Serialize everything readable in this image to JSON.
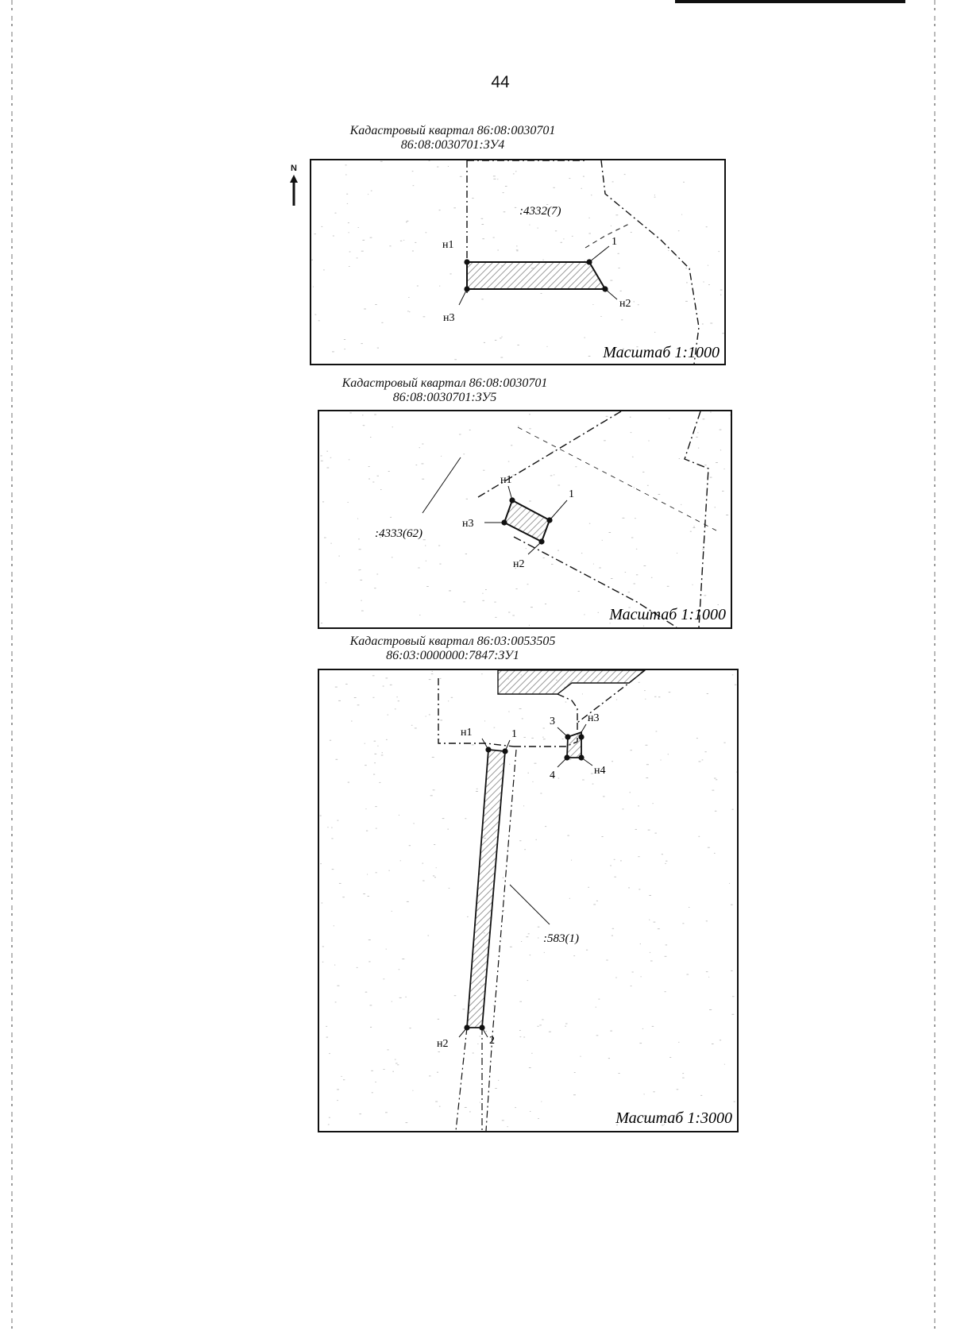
{
  "page": {
    "number": "44"
  },
  "north_arrow": {
    "letter": "N"
  },
  "maps": [
    {
      "caption_line1": "Кадастровый квартал 86:08:0030701",
      "caption_line2": "86:08:0030701:ЗУ4",
      "parcel_label": ":4332(7)",
      "points": [
        "н1",
        "1",
        "н2",
        "н3"
      ],
      "scale": "Масштаб 1:1000"
    },
    {
      "caption_line1": "Кадастровый квартал 86:08:0030701",
      "caption_line2": "86:08:0030701:ЗУ5",
      "parcel_label": ":4333(62)",
      "points": [
        "н1",
        "1",
        "н3",
        "н2"
      ],
      "scale": "Масштаб 1:1000"
    },
    {
      "caption_line1": "Кадастровый квартал 86:03:0053505",
      "caption_line2": "86:03:0000000:7847:ЗУ1",
      "parcel_label": ":583(1)",
      "points": [
        "н1",
        "1",
        "3",
        "н3",
        "4",
        "н4",
        "н2",
        "2"
      ],
      "scale": "Масштаб 1:3000"
    }
  ],
  "colors": {
    "ink": "#111111",
    "hatch": "#9a9a9a",
    "speckle": "#c4c4c4"
  }
}
